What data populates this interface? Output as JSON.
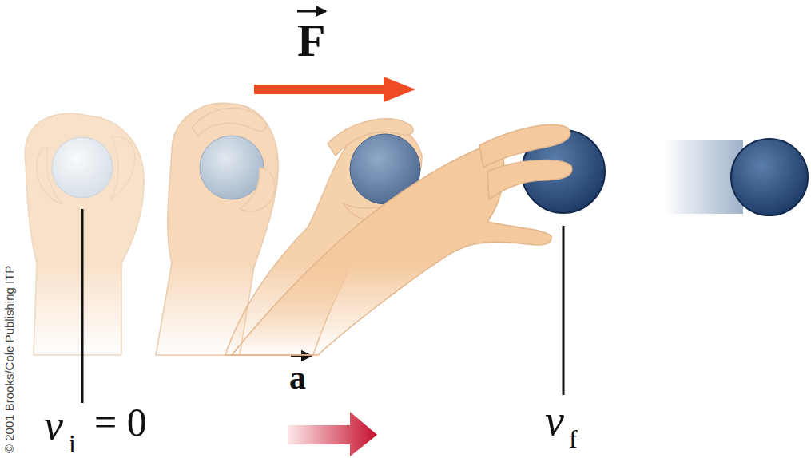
{
  "diagram": {
    "labels": [
      "F",
      "a",
      "v",
      "i",
      "= 0",
      "v",
      "f",
      "© 2001 Brooks/Cole Publishing ITP"
    ]
  }
}
